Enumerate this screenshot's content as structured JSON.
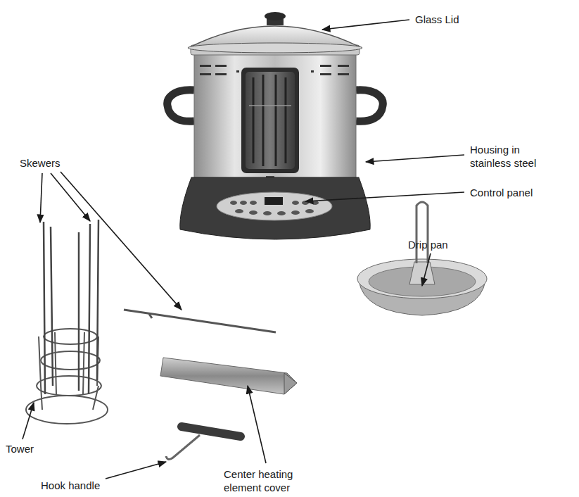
{
  "diagram": {
    "labels": [
      "Glass Lid",
      "Skewers",
      "Housing in stainless steel",
      "Control panel",
      "Drip pan",
      "Tower",
      "Hook handle",
      "Center heating element cover"
    ]
  }
}
